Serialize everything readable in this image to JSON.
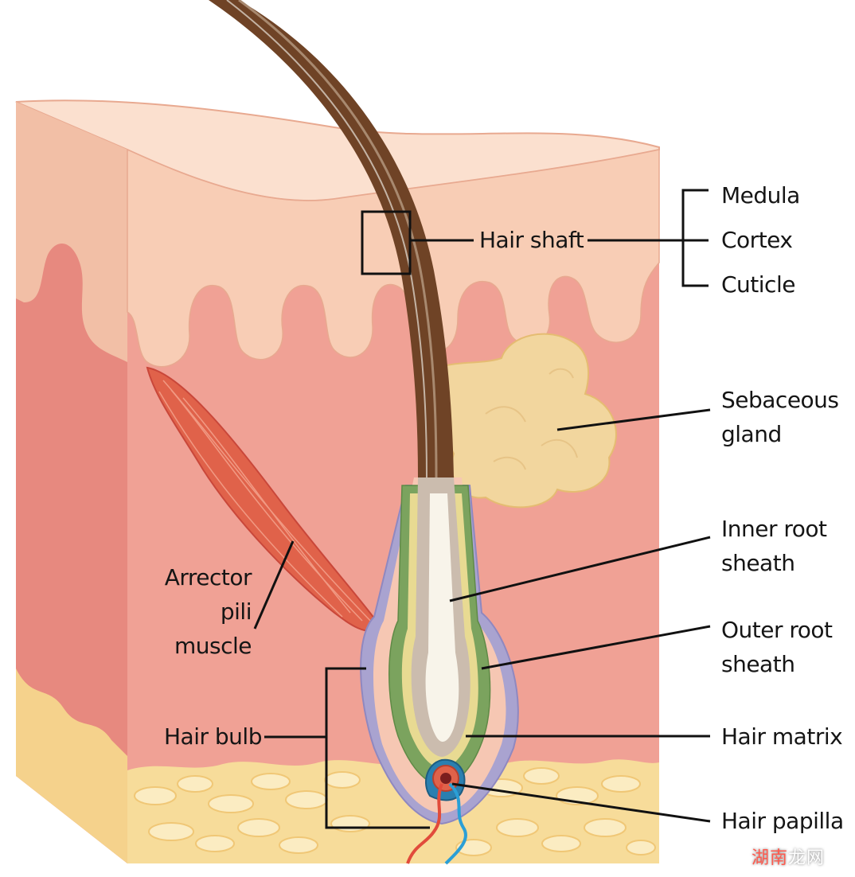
{
  "labels": {
    "medula": "Medula",
    "cortex": "Cortex",
    "cuticle": "Cuticle",
    "hair_shaft": "Hair shaft",
    "sebaceous_gland": [
      "Sebaceous",
      "gland"
    ],
    "inner_root_sheath": [
      "Inner root",
      "sheath"
    ],
    "outer_root_sheath": [
      "Outer root",
      "sheath"
    ],
    "hair_matrix": "Hair matrix",
    "hair_papilla": "Hair papilla",
    "hair_bulb": "Hair bulb",
    "arrector_pili_muscle": [
      "Arrector",
      "pili",
      "muscle"
    ]
  },
  "watermark": {
    "part1": "湖南",
    "part2": "龙网"
  },
  "colors": {
    "epidermis": "#f8cdb5",
    "epidermis_side": "#f0b8a0",
    "dermis": "#f0a195",
    "dermis_side": "#e4887d",
    "fat": "#f7dc9a",
    "hair": "#6f4326",
    "muscle": "#e0624a",
    "gland": "#f2d69e",
    "inner_sheath": "#7ba35e",
    "outer_sheath": "#a9a3d0",
    "leader": "#111111"
  }
}
